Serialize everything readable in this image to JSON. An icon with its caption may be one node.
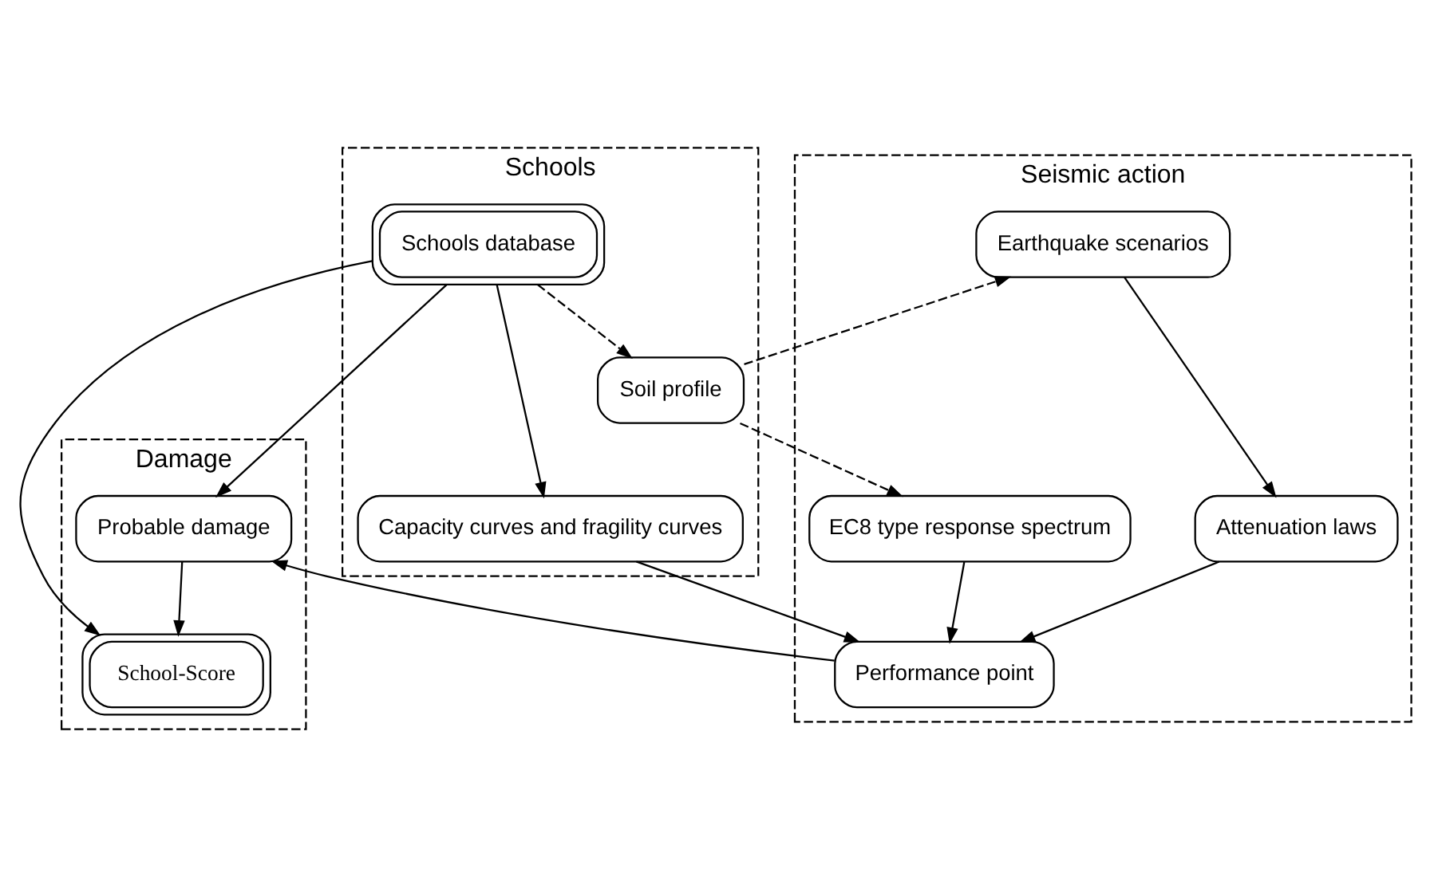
{
  "diagram": {
    "nodes": [
      {
        "text": [
          "Schools"
        ]
      },
      {
        "text": [
          "Seismic action"
        ]
      },
      {
        "text": [
          "Damage"
        ]
      },
      {
        "text": [
          "Schools database"
        ],
        "in": 0
      },
      {
        "text": [
          "Soil profile"
        ],
        "in": 0
      },
      {
        "text": [
          "Capacity curves and fragility curves"
        ],
        "in": 0
      },
      {
        "text": [
          "Earthquake scenarios"
        ],
        "in": 1
      },
      {
        "text": [
          "EC8 type response spectrum"
        ],
        "in": 1
      },
      {
        "text": [
          "Attenuation laws"
        ],
        "in": 1
      },
      {
        "text": [
          "Performance point"
        ],
        "in": 1
      },
      {
        "text": [
          "Probable damage"
        ],
        "in": 2
      },
      {
        "text": [
          "School-Score"
        ],
        "in": 2
      }
    ],
    "edges": [
      {
        "from": 3,
        "to": 4,
        "arrow": "to",
        "style": "dashed"
      },
      {
        "from": 3,
        "to": 5,
        "arrow": "to"
      },
      {
        "from": 4,
        "to": 6,
        "arrow": "to",
        "style": "dashed"
      },
      {
        "from": 4,
        "to": 7,
        "arrow": "to",
        "style": "dashed"
      },
      {
        "from": 6,
        "to": 8,
        "arrow": "to"
      },
      {
        "from": 5,
        "to": 9,
        "arrow": "to"
      },
      {
        "from": 7,
        "to": 9,
        "arrow": "to"
      },
      {
        "from": 8,
        "to": 9,
        "arrow": "to"
      },
      {
        "from": 9,
        "to": 10,
        "arrow": "to"
      },
      {
        "from": 3,
        "to": 10,
        "arrow": "to"
      },
      {
        "from": 3,
        "to": 11,
        "arrow": "to"
      },
      {
        "from": 10,
        "to": 11,
        "arrow": "to"
      }
    ]
  }
}
